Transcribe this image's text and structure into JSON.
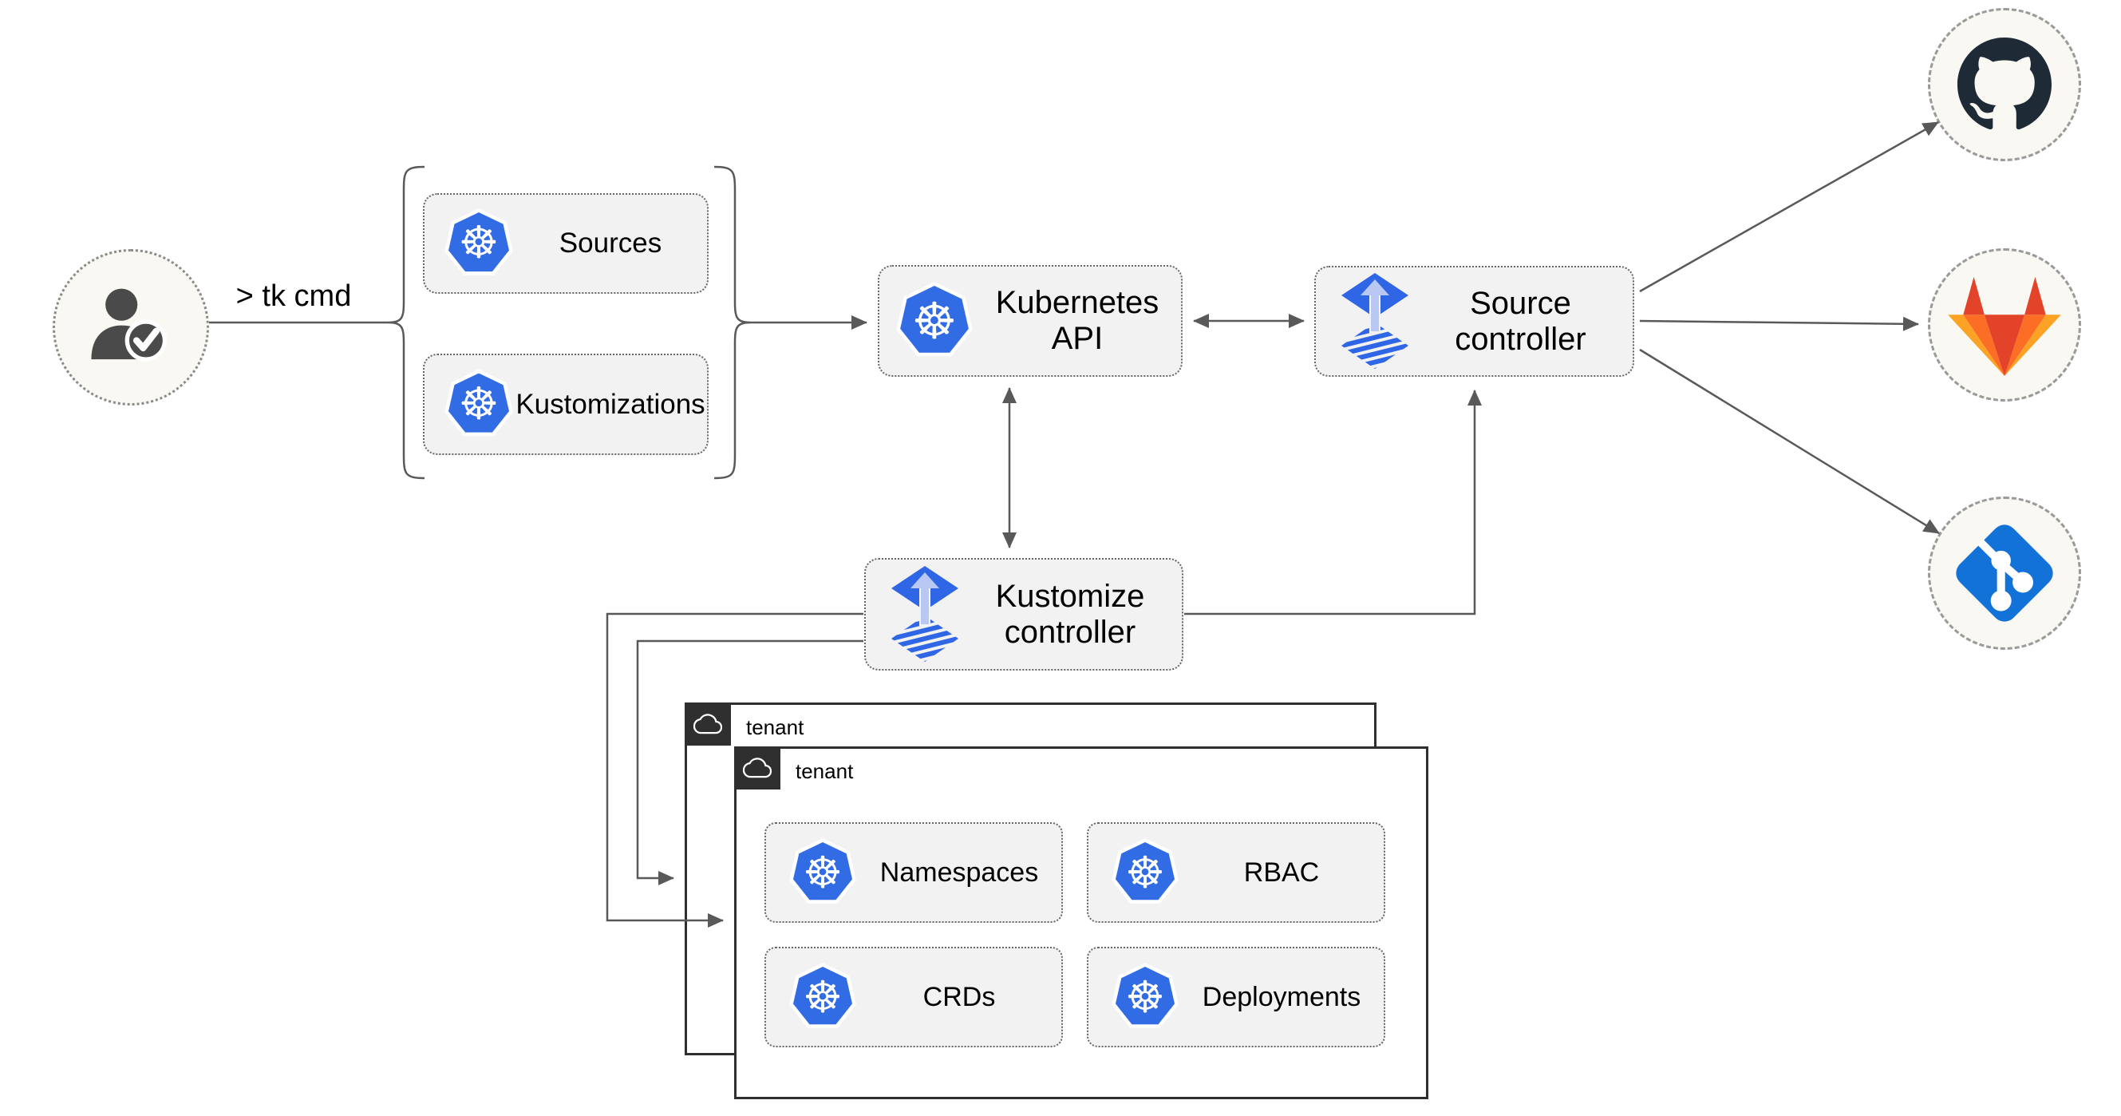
{
  "diagram": {
    "cli_label": "> tk cmd",
    "nodes": {
      "sources": {
        "label": "Sources",
        "icon": "kubernetes-icon"
      },
      "kustomizations": {
        "label": "Kustomizations",
        "icon": "kubernetes-icon"
      },
      "kubernetes_api": {
        "label": "Kubernetes API",
        "icon": "kubernetes-icon"
      },
      "source_controller": {
        "line1": "Source",
        "line2": "controller",
        "icon": "flux-icon"
      },
      "kustomize_controller": {
        "line1": "Kustomize",
        "line2": "controller",
        "icon": "flux-icon"
      },
      "namespaces": {
        "label": "Namespaces",
        "icon": "kubernetes-icon"
      },
      "rbac": {
        "label": "RBAC",
        "icon": "kubernetes-icon"
      },
      "crds": {
        "label": "CRDs",
        "icon": "kubernetes-icon"
      },
      "deployments": {
        "label": "Deployments",
        "icon": "kubernetes-icon"
      }
    },
    "tenants": {
      "back": {
        "label": "tenant",
        "icon": "cloud-icon"
      },
      "front": {
        "label": "tenant",
        "icon": "cloud-icon"
      }
    },
    "git_providers": {
      "github": {
        "icon": "github-icon"
      },
      "gitlab": {
        "icon": "gitlab-icon"
      },
      "git": {
        "icon": "git-icon"
      }
    },
    "user": {
      "icon": "user-check-icon"
    },
    "icons": {
      "kubernetes_glyph": "☸"
    },
    "colors": {
      "kubernetes_blue": "#326ce5",
      "flux_blue": "#2f66e5",
      "flux_arrow_light": "#b8c8f2",
      "github_dark": "#1e2a35",
      "gitlab_red": "#e24329",
      "gitlab_orange": "#fc6d26",
      "gitlab_light_orange": "#fca326",
      "git_blue": "#1372d8",
      "line_gray": "#595959",
      "node_fill": "#f2f2f2",
      "node_border": "#676767",
      "tenant_border": "#2f2f2f",
      "circle_fill": "#faf8f3",
      "person_gray": "#4a4a4a"
    }
  }
}
